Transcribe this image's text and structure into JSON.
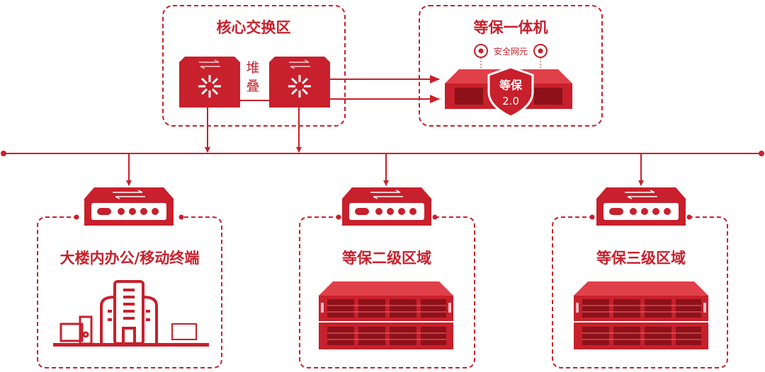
{
  "colors": {
    "accent": "#c8202c",
    "dark": "#a3151f"
  },
  "core": {
    "title": "核心交换区",
    "stack_label_1": "堆",
    "stack_label_2": "叠"
  },
  "appliance": {
    "title": "等保一体机",
    "network_element_label": "安全网元",
    "shield_line1": "等保",
    "shield_line2": "2.0"
  },
  "zones": [
    {
      "title": "大楼内办公/移动终端"
    },
    {
      "title": "等保二级区域"
    },
    {
      "title": "等保三级区域"
    }
  ]
}
